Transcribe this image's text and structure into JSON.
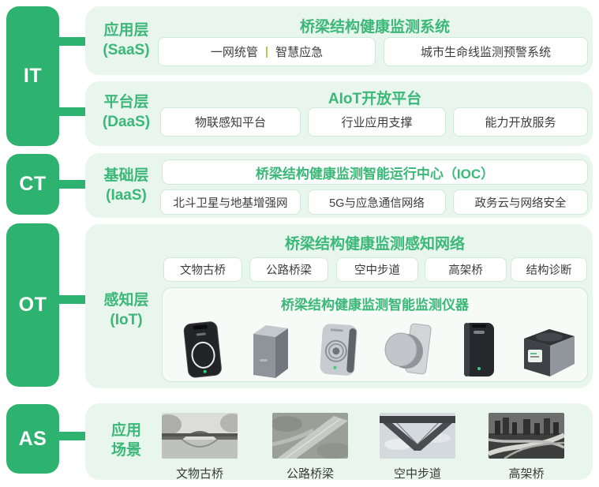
{
  "colors": {
    "accent_green": "#2db36f",
    "panel_bg": "#e9f6ee",
    "title_green": "#3bb878",
    "box_border": "#cdebd9",
    "box_text": "#3d3d3d",
    "separator_green": "#b3c84f"
  },
  "sidebar": {
    "blocks": [
      {
        "label": "IT"
      },
      {
        "label": "CT"
      },
      {
        "label": "OT"
      },
      {
        "label": "AS"
      }
    ]
  },
  "rows": {
    "saas": {
      "layer": "应用层",
      "sub": "(SaaS)",
      "title": "桥梁结构健康监测系统",
      "box1": {
        "left": "一网统管",
        "sep": "|",
        "right": "智慧应急"
      },
      "box2": "城市生命线监测预警系统"
    },
    "daas": {
      "layer": "平台层",
      "sub": "(DaaS)",
      "title": "AIoT开放平台",
      "boxes": [
        "物联感知平台",
        "行业应用支撑",
        "能力开放服务"
      ]
    },
    "iaas": {
      "layer": "基础层",
      "sub": "(IaaS)",
      "title": "桥梁结构健康监测智能运行中心（IOC）",
      "boxes": [
        "北斗卫星与地基增强网",
        "5G与应急通信网络",
        "政务云与网络安全"
      ]
    },
    "iot": {
      "layer": "感知层",
      "sub": "(IoT)",
      "title": "桥梁结构健康监测感知网络",
      "boxes": [
        "文物古桥",
        "公路桥梁",
        "空中步道",
        "高架桥",
        "结构诊断"
      ],
      "instrument_title": "桥梁结构健康监测智能监测仪器",
      "devices": [
        "handheld-monitor-device",
        "box-sensor-device",
        "coil-sensor-device",
        "disc-sensor-device",
        "pillar-sensor-device",
        "cube-gateway-device"
      ]
    },
    "scenes": {
      "layer_line1": "应用",
      "layer_line2": "场景",
      "items": [
        {
          "label": "文物古桥"
        },
        {
          "label": "公路桥梁"
        },
        {
          "label": "空中步道"
        },
        {
          "label": "高架桥"
        }
      ]
    }
  }
}
